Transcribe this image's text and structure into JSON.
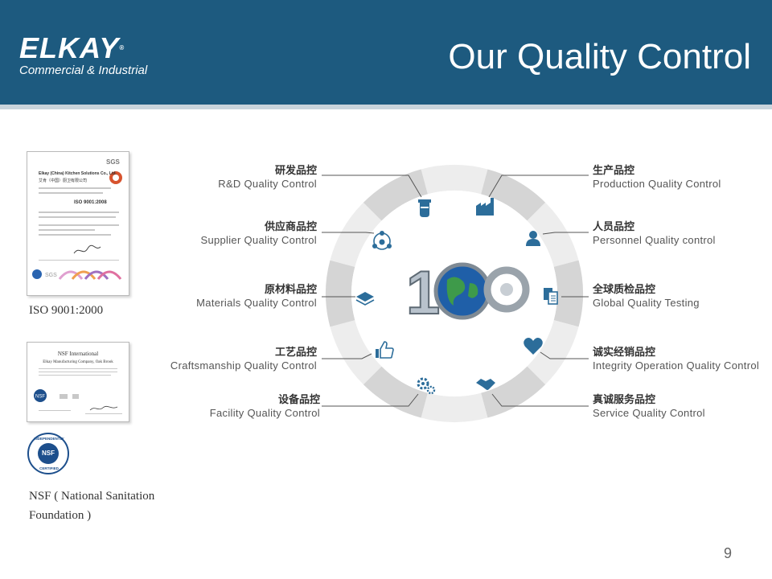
{
  "header": {
    "logo_word": "ELKAY",
    "logo_mark": "®",
    "logo_sub": "Commercial & Industrial",
    "title": "Our Quality Control"
  },
  "certificates": {
    "iso": {
      "caption": "ISO 9001:2000",
      "brand": "SGS",
      "company": "Elkay (China) Kitchen Solutions Co., Ltd.",
      "company_zh": "艾肯（中国）厨卫有限公司",
      "standard": "ISO 9001:2008"
    },
    "nsf": {
      "header": "NSF International",
      "company": "Elkay Manufacturing Company, Oak Brook",
      "badge_text": "NSF",
      "badge_ring_top": "INDEPENDENTLY",
      "badge_ring_bottom": "CERTIFIED",
      "caption_line1": "NSF ( National Sanitation",
      "caption_line2": "Foundation )"
    }
  },
  "wheel": {
    "center_text": "100",
    "left_items": [
      {
        "zh": "研发品控",
        "en": "R&D Quality Control",
        "icon": "flask-icon"
      },
      {
        "zh": "供应商品控",
        "en": "Supplier Quality Control",
        "icon": "network-icon"
      },
      {
        "zh": "原材料品控",
        "en": "Materials Quality Control",
        "icon": "stack-icon"
      },
      {
        "zh": "工艺品控",
        "en": "Craftsmanship Quality Control",
        "icon": "thumbs-up-icon"
      },
      {
        "zh": "设备品控",
        "en": "Facility Quality Control",
        "icon": "gears-icon"
      }
    ],
    "right_items": [
      {
        "zh": "生产品控",
        "en": "Production Quality Control",
        "icon": "factory-icon"
      },
      {
        "zh": "人员品控",
        "en": "Personnel Quality control",
        "icon": "person-icon"
      },
      {
        "zh": "全球质检品控",
        "en": "Global Quality Testing",
        "icon": "documents-icon"
      },
      {
        "zh": "诚实经销品控",
        "en": "Integrity Operation Quality Control",
        "icon": "heart-icon"
      },
      {
        "zh": "真诚服务品控",
        "en": "Service Quality Control",
        "icon": "handshake-icon"
      }
    ]
  },
  "page_number": "9",
  "colors": {
    "header": "#1d5a7f",
    "ring_light": "#ededed",
    "ring_dark": "#d5d5d5",
    "icon": "#2c6d9a"
  }
}
